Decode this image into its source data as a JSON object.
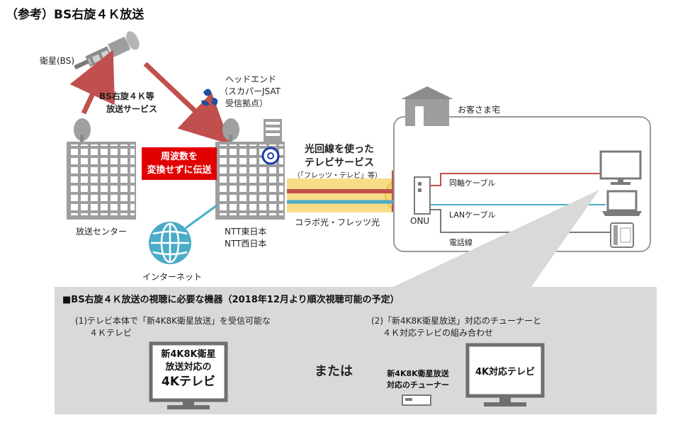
{
  "title": "（参考）BS右旋４Ｋ放送",
  "satellite_label": "衛星(BS)",
  "service_label": [
    "BS右旋４Ｋ等",
    "放送サービス"
  ],
  "headend_label": [
    "ヘッドエンド",
    "（スカパーJSAT",
    "受信拠点）"
  ],
  "callout": [
    "周波数を",
    "変換せずに伝送"
  ],
  "broadcast_center_label": "放送センター",
  "ntt_label": [
    "NTT東日本",
    "NTT西日本"
  ],
  "internet_label": "インターネット",
  "fiber_service": {
    "title": [
      "光回線を使った",
      "テレビサービス"
    ],
    "sub": "（「フレッツ・テレビ」等）"
  },
  "collabo_label": "コラボ光・フレッツ光",
  "onu_label": "ONU",
  "home_label": "お客さま宅",
  "cables": {
    "coax": "同軸ケーブル",
    "lan": "LANケーブル",
    "phone": "電話線"
  },
  "panel": {
    "title": "■BS右旋４Ｋ放送の視聴に必要な機器（2018年12月より順次視聴可能の予定）",
    "option1": [
      "(1)テレビ本体で「新4K8K衛星放送」を受信可能な",
      "４Ｋテレビ"
    ],
    "option2": [
      "(2)「新4K8K衛星放送」対応のチューナーと",
      "４Ｋ対応テレビの組み合わせ"
    ],
    "tv1": [
      "新4K8K衛星",
      "放送対応の",
      "4Kテレビ"
    ],
    "or": "または",
    "tuner": [
      "新4K8K衛星放送",
      "対応のチューナー"
    ],
    "tv2": "4K対応テレビ"
  },
  "colors": {
    "red": "#c0504d",
    "callout": "#e00000",
    "fiber_yellow": "#f7d774",
    "cyan": "#4bacc6",
    "panel_bg": "#d9d9d9"
  }
}
